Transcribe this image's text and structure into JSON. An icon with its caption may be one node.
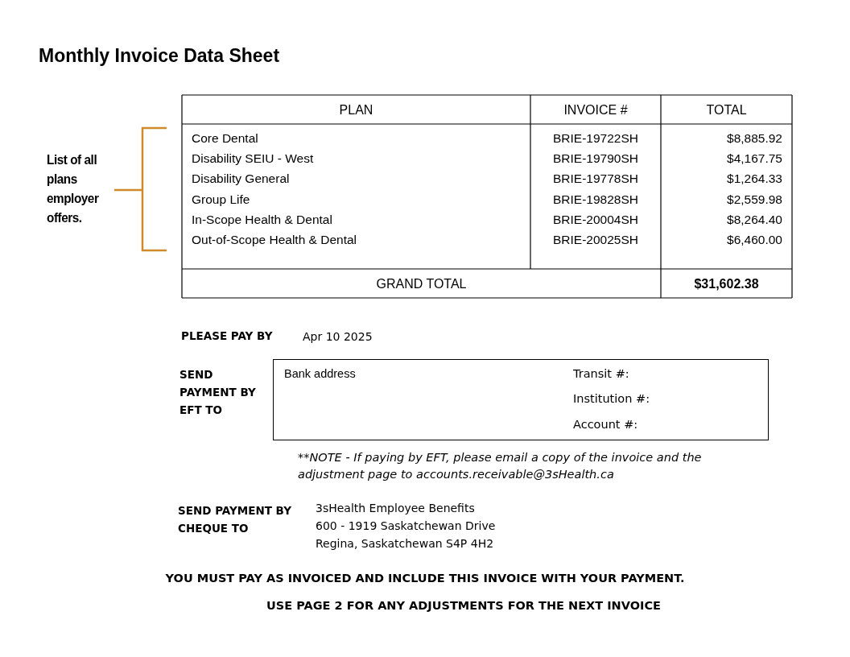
{
  "diagram": {
    "title": "Monthly Invoice Data Sheet",
    "nodes": [
      {
        "text": [
          "Bank address",
          "Transit #:",
          "Institution #:",
          "Account #:"
        ]
      }
    ],
    "edges": [],
    "labels": [
      "PLAN",
      "INVOICE #",
      "TOTAL",
      "Core Dental",
      "BRIE-19722SH",
      "$8,885.92",
      "Disability SEIU - West",
      "BRIE-19790SH",
      "$4,167.75",
      "Disability General",
      "BRIE-19778SH",
      "$1,264.33",
      "Group Life",
      "BRIE-19828SH",
      "$2,559.98",
      "In-Scope Health & Dental",
      "BRIE-20004SH",
      "$8,264.40",
      "Out-of-Scope Health & Dental",
      "BRIE-20025SH",
      "$6,460.00",
      "GRAND TOTAL",
      "$31,602.38",
      "List of all plans employer offers.",
      "PLEASE PAY BY",
      "Apr 10 2025",
      "SEND PAYMENT BY EFT TO",
      "**NOTE - If paying by EFT, please email a copy of the invoice and the adjustment page to accounts.receivable@3sHealth.ca",
      "SEND PAYMENT BY CHEQUE TO",
      "3sHealth Employee Benefits",
      "600 - 1919 Saskatchewan Drive",
      "Regina, Saskatchewan S4P 4H2",
      "YOU MUST PAY AS INVOICED AND INCLUDE THIS INVOICE WITH YOUR PAYMENT.",
      "USE PAGE 2 FOR ANY ADJUSTMENTS FOR THE NEXT INVOICE"
    ]
  }
}
